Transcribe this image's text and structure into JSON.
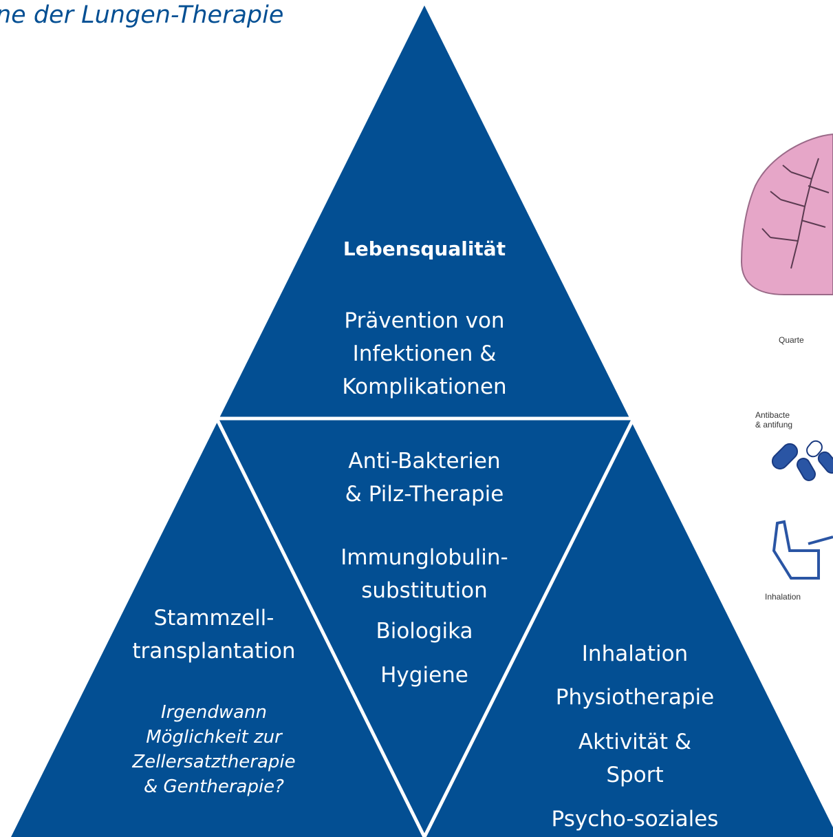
{
  "title": "ne der Lungen-Therapie",
  "top": {
    "heading": "Lebensqualität",
    "text": "Prävention von\nInfektionen &\nKomplikationen"
  },
  "center": {
    "line1": "Anti-Bakterien\n& Pilz-Therapie",
    "line2": "Immunglobulin-\nsubstitution",
    "line3": "Biologika",
    "line4": "Hygiene"
  },
  "left": {
    "text": "Stammzell-\ntransplantation",
    "italic": "Irgendwann\nMöglichkeit zur\nZellersatztherapie\n& Gentherapie?"
  },
  "right": {
    "line1": "Inhalation",
    "line2": "Physiotherapie",
    "line3": "Aktivität &\nSport",
    "line4": "Psycho-soziales"
  },
  "sidebar": {
    "quarter_label": "Quarte",
    "antibacterial_label": "Antibacte\n& antifung",
    "inhalation_label": "Inhalation"
  },
  "colors": {
    "primary": "#034f93",
    "lung": "#e6a6c8"
  }
}
